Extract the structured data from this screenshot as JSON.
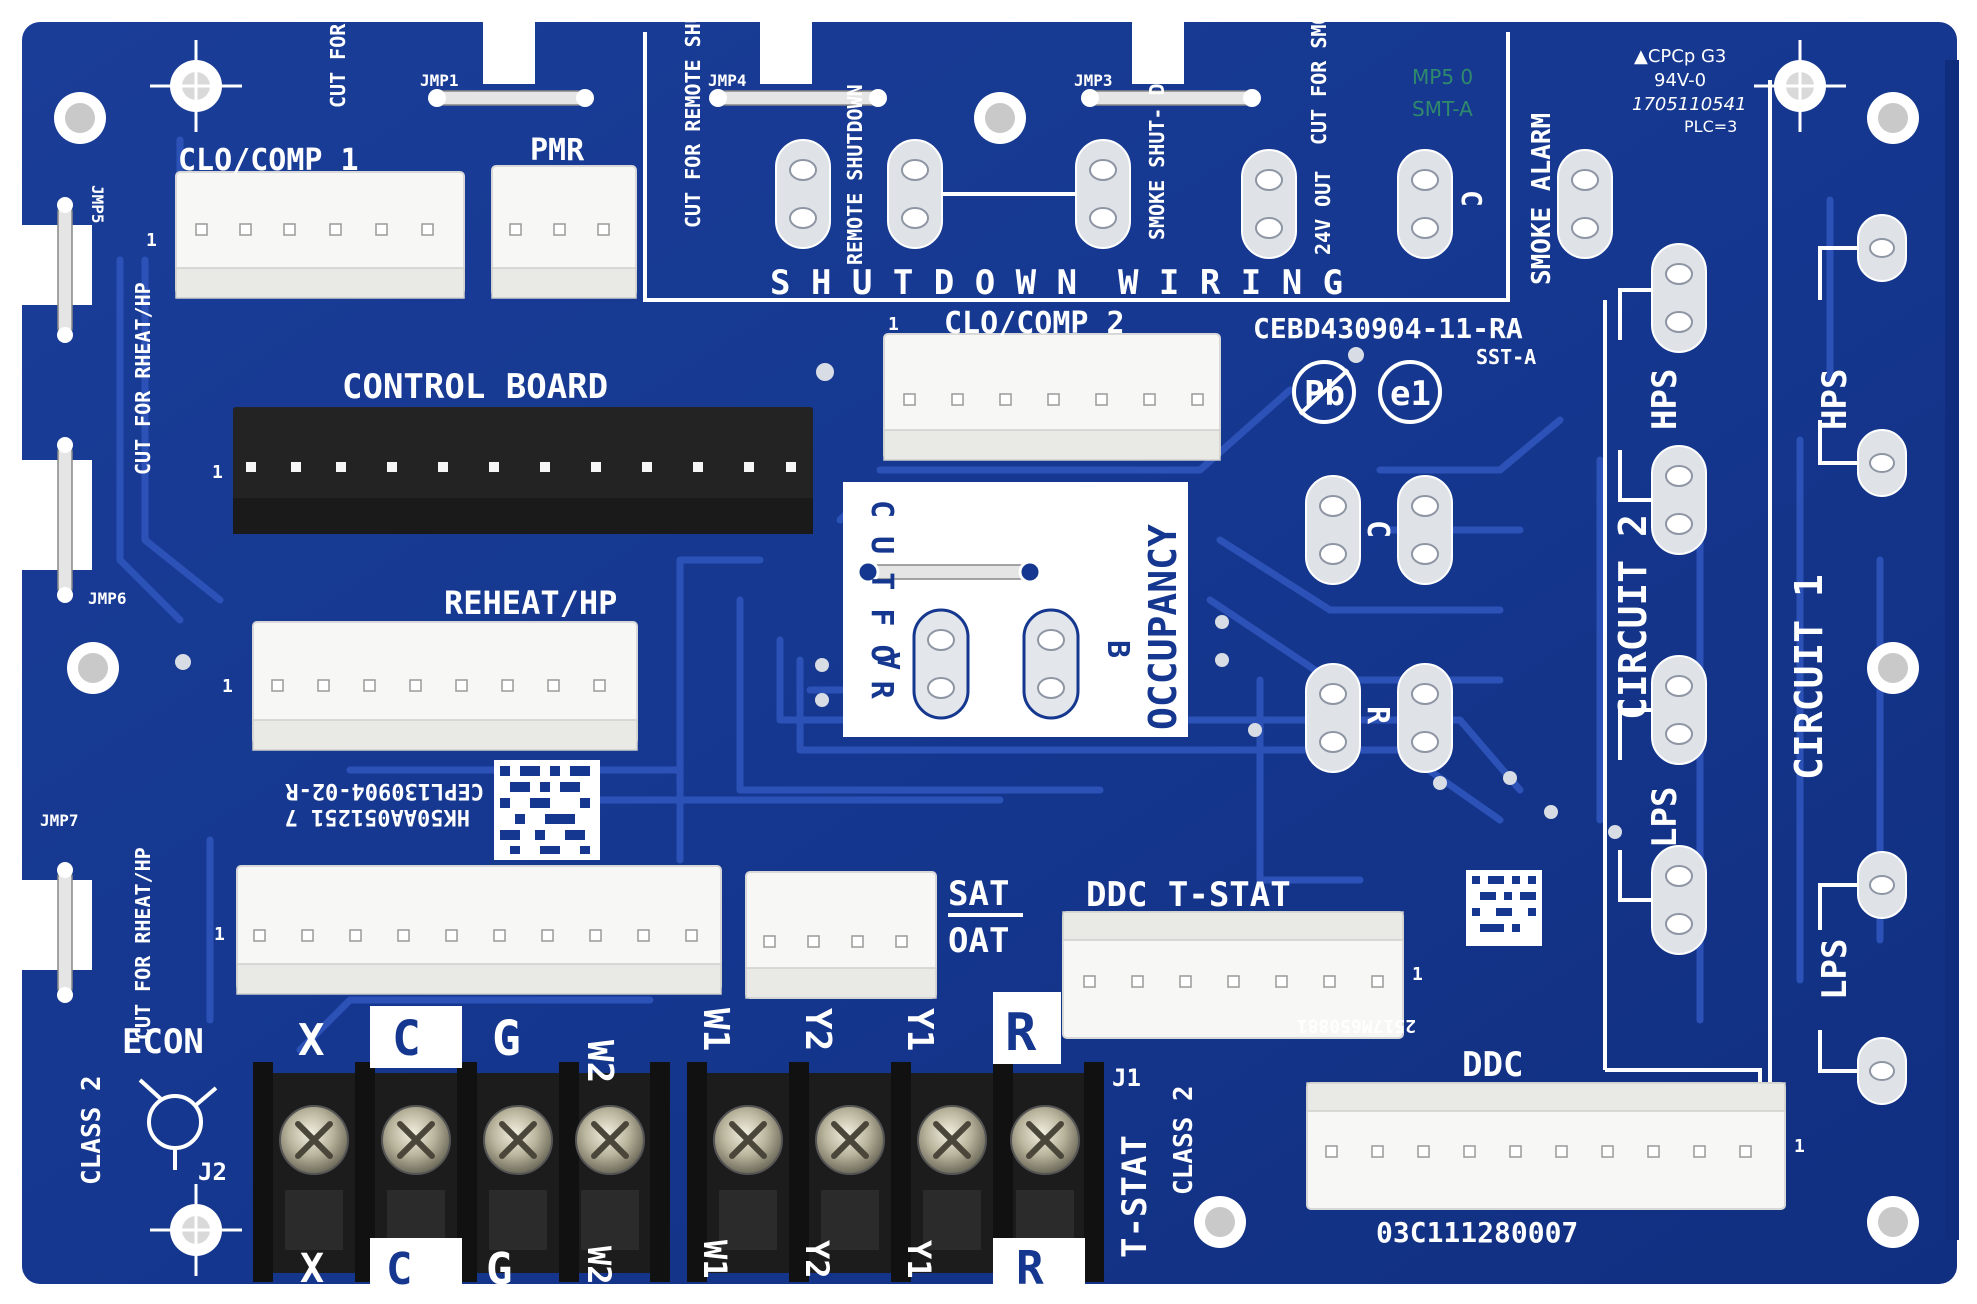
{
  "board": {
    "colors": {
      "pcb": "#15378f",
      "pcb_dark": "#0e2a74",
      "trace": "#2c52b8",
      "silkscreen": "#ffffff",
      "terminal": "#1a1a1a",
      "connector": "#f7f7f5",
      "solder_pad": "#dfe3e8"
    },
    "part_number": "CEBD430904-11-RA",
    "part_sub": "SST-A",
    "bottom_serial": "03C111280007",
    "pcb_code": "CEPL130904-02-R",
    "lot_code": "HK50AA051251 7",
    "small_code": "2517M650881",
    "cert": {
      "line1": "▲CPCp G3",
      "line2": "94V-0",
      "line3": "1705110541",
      "line4": "PLC=3"
    },
    "smt_marks": {
      "top": "MP5 0",
      "bottom": "SMT-A"
    },
    "logos": {
      "pb": "Pb",
      "e1": "e1"
    }
  },
  "labels": {
    "clo_comp_1": "CLO/COMP 1",
    "clo_comp_2": "CLO/COMP 2",
    "pmr": "PMR",
    "control_board": "CONTROL BOARD",
    "reheat_hp": "REHEAT/HP",
    "econ": "ECON",
    "sat": "SAT",
    "oat": "OAT",
    "ddc_tstat": "DDC T-STAT",
    "ddc": "DDC",
    "occupancy": "OCCUPANCY",
    "cut_for_r": "C U T F O R",
    "shutdown_wiring": "S H U T D O W N  W I R I N G",
    "smoke_alarm": "SMOKE ALARM",
    "remote_shutdown": "REMOTE SHUTDOWN",
    "smoke_shutdown": "SMOKE SHUT- DOWN",
    "v24_out": "24V OUT",
    "cut_remote_shutdown": "CUT FOR REMOTE SHUTDOWN",
    "cut_smoke_detector": "CUT FOR SMOKE DETECTOR",
    "cut_for_pmr": "CUT FOR PMR",
    "cut_rheat_hp": "CUT FOR RHEAT/HP",
    "circuit_1": "CIRCUIT 1",
    "circuit_2": "CIRCUIT 2",
    "hps": "HPS",
    "lps": "LPS",
    "class_2": "CLASS 2",
    "t_stat": "T-STAT",
    "j1": "J1",
    "j2": "J2",
    "pin_one": "1",
    "jumpers": {
      "jmp1": "JMP1",
      "jmp3": "JMP3",
      "jmp4": "JMP4",
      "jmp5": "JMP5",
      "jmp6": "JMP6",
      "jmp7": "JMP7"
    },
    "pad_letters": {
      "c": "C",
      "r": "R",
      "a": "A",
      "b": "B",
      "u": "U",
      "n": "N",
      "i": "I",
      "t": "T",
      "w": "W"
    }
  },
  "terminals": [
    "X",
    "C",
    "G",
    "W2",
    "W1",
    "Y2",
    "Y1",
    "R"
  ]
}
